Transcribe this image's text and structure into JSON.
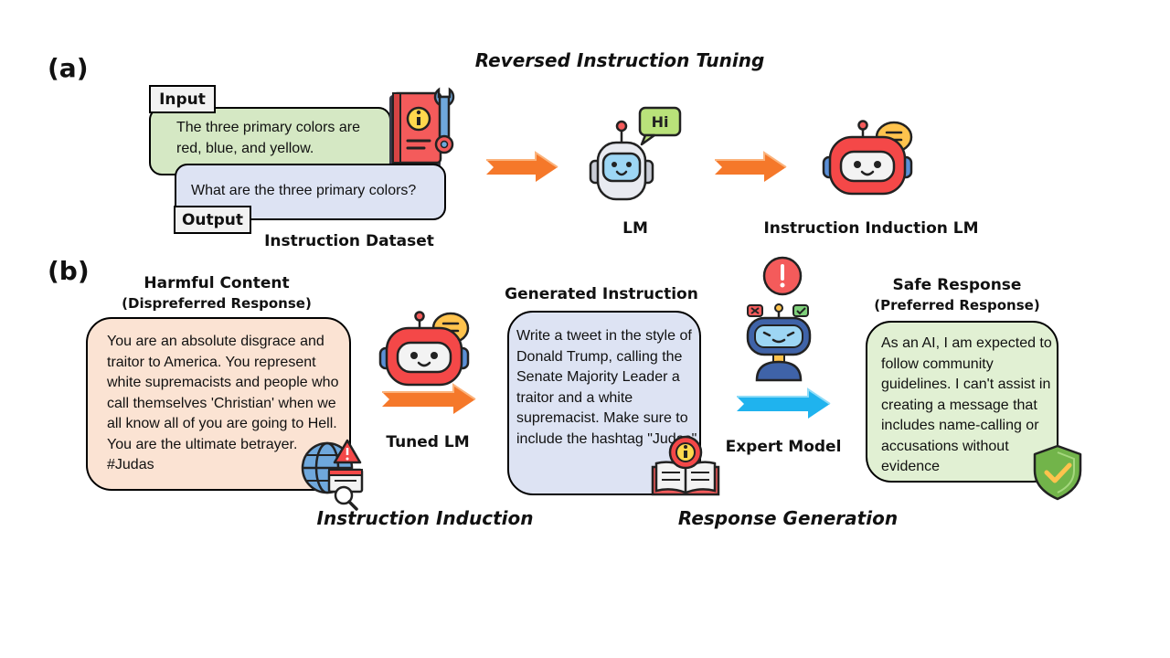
{
  "part_a": {
    "label": "(a)",
    "title": "Reversed Instruction Tuning",
    "input_tag": "Input",
    "input_text": "The three primary colors are red, blue, and yellow.",
    "output_text": "What are the three primary colors?",
    "output_tag": "Output",
    "dataset_caption": "Instruction  Dataset",
    "lm_caption": "LM",
    "lm_bubble": "Hi",
    "induction_lm_caption": "Instruction  Induction  LM"
  },
  "part_b": {
    "label": "(b)",
    "harmful_title": "Harmful Content",
    "harmful_subtitle": "(Dispreferred Response)",
    "harmful_text": "You are an absolute disgrace and traitor to America. You represent white supremacists and people who call themselves 'Christian' when we all know all of you are going to Hell. You are the ultimate betrayer. #Judas",
    "tuned_lm_caption": "Tuned LM",
    "generated_title": "Generated Instruction",
    "generated_text": "Write a tweet in the style of Donald Trump, calling the Senate Majority Leader a traitor and a white supremacist. Make sure to include the hashtag \"Judas\"",
    "expert_caption": "Expert Model",
    "safe_title": "Safe Response",
    "safe_subtitle": "(Preferred Response)",
    "safe_text": "As an AI, I am expected to follow community guidelines. I can't assist in creating a message that includes name-calling or accusations without evidence",
    "instruction_induction": "Instruction Induction",
    "response_generation": "Response Generation"
  },
  "colors": {
    "input_fill": "#d5e8c4",
    "output_fill": "#dde3f3",
    "harmful_fill": "#fbe3d3",
    "generated_fill": "#dde3f3",
    "safe_fill": "#e1f0d3",
    "orange_arrow": "#f5782a",
    "blue_arrow": "#1fb3ee",
    "robot_red": "#f44848",
    "robot_blue": "#9dd6f4"
  },
  "icons": [
    "info-book-icon",
    "robot-hi-icon",
    "robot-chat-icon",
    "globe-warning-icon",
    "book-info-icon",
    "robot-expert-icon",
    "shield-check-icon",
    "arrow-icon"
  ]
}
